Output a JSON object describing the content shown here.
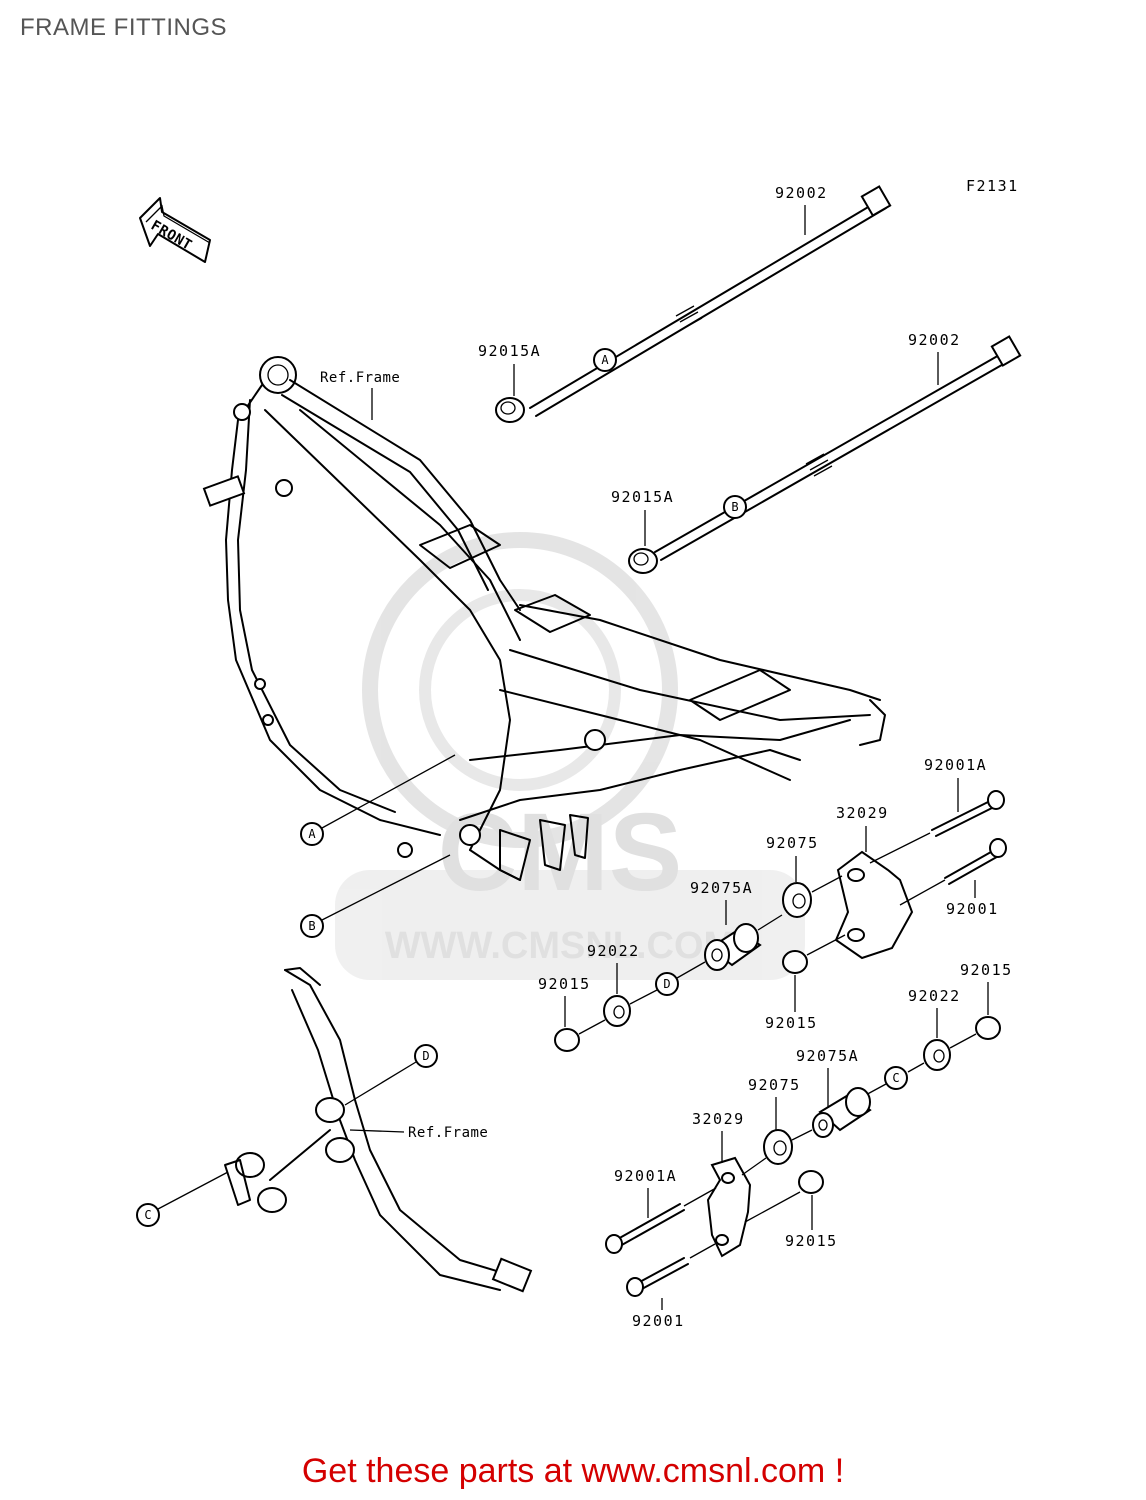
{
  "page": {
    "title": "FRAME FITTINGS"
  },
  "diagram": {
    "code": "F2131",
    "front_label": "FRONT",
    "ref_frame_label": "Ref.Frame",
    "circles": {
      "A": "A",
      "B": "B",
      "C": "C",
      "D": "D"
    },
    "parts": {
      "p92002_top": "92002",
      "p92002_mid": "92002",
      "p92015A_top": "92015A",
      "p92015A_mid": "92015A",
      "p92001A_right": "92001A",
      "p32029_right": "32029",
      "p92075_right": "92075",
      "p92001_right": "92001",
      "p92075A_right": "92075A",
      "p92022_mid": "92022",
      "p92015_left": "92015",
      "p92015_mid": "92015",
      "p92015_far": "92015",
      "p92022_far": "92022",
      "p92075A_low": "92075A",
      "p92075_low": "92075",
      "p32029_low": "32029",
      "p92001A_low": "92001A",
      "p92015_low": "92015",
      "p92001_low": "92001"
    },
    "watermark": {
      "brand": "CMS",
      "url": "WWW.CMSNL.COM"
    }
  },
  "footer": {
    "cta": "Get these parts at www.cmsnl.com !"
  }
}
